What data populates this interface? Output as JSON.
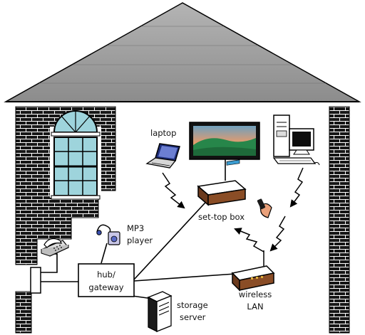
{
  "labels": {
    "laptop": "laptop",
    "set_top_box": "set-top box",
    "mp3_line1": "MP3",
    "mp3_line2": "player",
    "hub_line1": "hub/",
    "hub_line2": "gateway",
    "storage_line1": "storage",
    "storage_line2": "server",
    "wlan_line1": "wireless",
    "wlan_line2": "LAN"
  },
  "colors": {
    "roof": "#8c8c8c",
    "brick": "#161616",
    "window_glass": "#9ed4dc",
    "tv_sky": "#6fa0bd",
    "tv_hills": "#27864a",
    "device_brown": "#6b3a1d",
    "line": "#000000"
  },
  "icons": [
    "phone-icon",
    "mp3-player-icon",
    "laptop-icon",
    "tv-icon",
    "desktop-pc-icon",
    "remote-control-icon",
    "set-top-box-icon",
    "wireless-router-icon",
    "storage-server-icon"
  ]
}
